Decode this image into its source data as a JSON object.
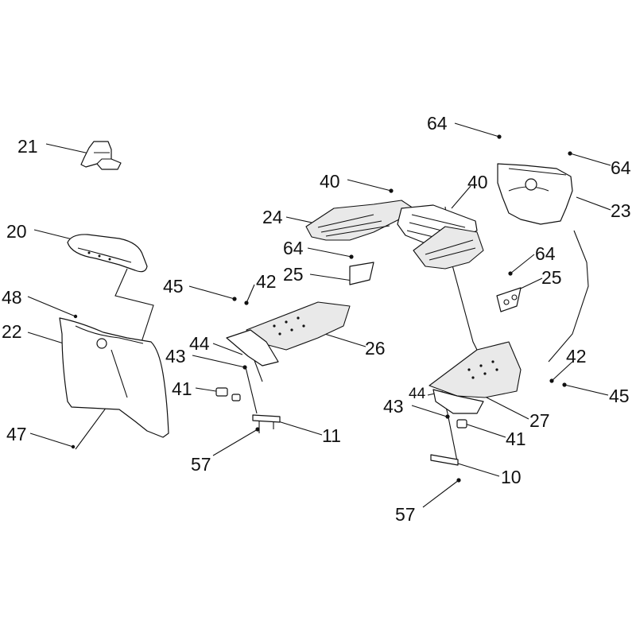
{
  "diagram": {
    "callouts": [
      {
        "id": "c21",
        "text": "21"
      },
      {
        "id": "c20",
        "text": "20"
      },
      {
        "id": "c48",
        "text": "48"
      },
      {
        "id": "c22",
        "text": "22"
      },
      {
        "id": "c47",
        "text": "47"
      },
      {
        "id": "c40a",
        "text": "40"
      },
      {
        "id": "c24",
        "text": "24"
      },
      {
        "id": "c64a",
        "text": "64"
      },
      {
        "id": "c25a",
        "text": "25"
      },
      {
        "id": "c45a",
        "text": "45"
      },
      {
        "id": "c42a",
        "text": "42"
      },
      {
        "id": "c44a",
        "text": "44"
      },
      {
        "id": "c43a",
        "text": "43"
      },
      {
        "id": "c26",
        "text": "26"
      },
      {
        "id": "c41a",
        "text": "41"
      },
      {
        "id": "c11",
        "text": "11"
      },
      {
        "id": "c57a",
        "text": "57"
      },
      {
        "id": "c64b",
        "text": "64"
      },
      {
        "id": "c40b",
        "text": "40"
      },
      {
        "id": "c64c",
        "text": "64"
      },
      {
        "id": "c23",
        "text": "23"
      },
      {
        "id": "c64d",
        "text": "64"
      },
      {
        "id": "c25b",
        "text": "25"
      },
      {
        "id": "c42b",
        "text": "42"
      },
      {
        "id": "c45b",
        "text": "45"
      },
      {
        "id": "c44b",
        "text": "44"
      },
      {
        "id": "c43b",
        "text": "43"
      },
      {
        "id": "c27",
        "text": "27"
      },
      {
        "id": "c41b",
        "text": "41"
      },
      {
        "id": "c10",
        "text": "10"
      },
      {
        "id": "c57b",
        "text": "57"
      }
    ]
  }
}
